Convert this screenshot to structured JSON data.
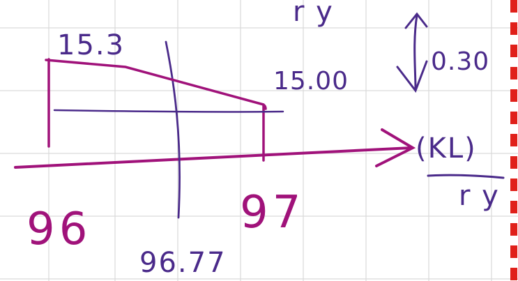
{
  "labels": {
    "top_value_left": "15.3",
    "top_value_right": "15.00",
    "delta_value": "0.30",
    "axis_left_value": "96",
    "axis_right_value": "97",
    "interpolated_value": "96.77",
    "axis_variable_top": "(KL)",
    "axis_variable_bottom": "r y",
    "top_fragment": "r y"
  },
  "colors": {
    "background": "#ffffff",
    "grid": "#d9d9d9",
    "ink_purple": "#4a2a8a",
    "ink_magenta": "#a0127a",
    "margin_red": "#e0201a"
  }
}
